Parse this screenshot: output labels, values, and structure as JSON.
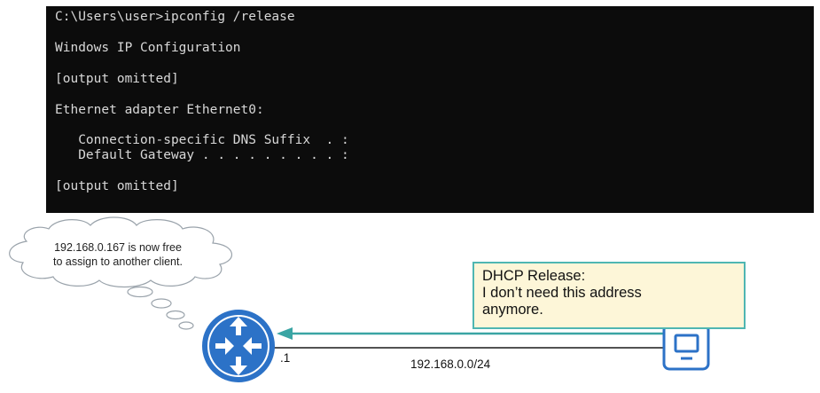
{
  "terminal": {
    "lines": [
      "C:\\Users\\user>ipconfig /release",
      "",
      "Windows IP Configuration",
      "",
      "[output omitted]",
      "",
      "Ethernet adapter Ethernet0:",
      "",
      "   Connection-specific DNS Suffix  . :",
      "   Default Gateway . . . . . . . . . :",
      "",
      "[output omitted]"
    ]
  },
  "thought_cloud": {
    "line1": "192.168.0.167 is now free",
    "line2": "to assign to another client."
  },
  "callout": {
    "line1": "DHCP Release:",
    "line2": "I don’t need this address",
    "line3": "anymore."
  },
  "router": {
    "interface_label": ".1"
  },
  "link": {
    "network_label": "192.168.0.0/24"
  },
  "colors": {
    "terminal_bg": "#0c0c0c",
    "terminal_text": "#d8d8d8",
    "router_blue": "#2c72c7",
    "arrow_teal": "#3aa5a4",
    "callout_fill": "#fdf6d8",
    "callout_border": "#4fb6b2"
  },
  "icons": {
    "router": "router-icon",
    "client": "computer-icon"
  }
}
